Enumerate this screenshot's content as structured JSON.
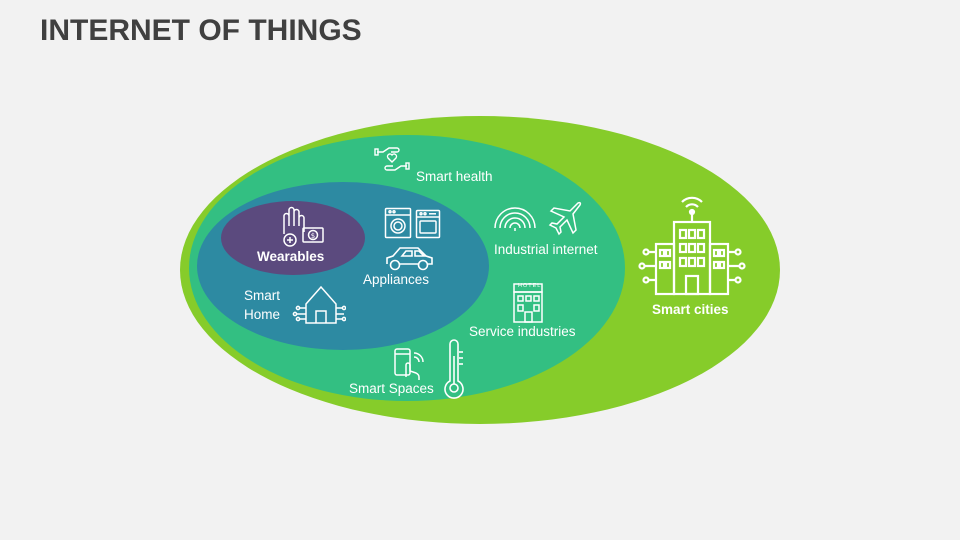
{
  "title": "INTERNET OF THINGS",
  "colors": {
    "background": "#f2f2f2",
    "outer": "#86cc2a",
    "middle": "#33bf82",
    "inner": "#2d8aa2",
    "core": "#5b4a7e"
  },
  "labels": {
    "wearables": "Wearables",
    "appliances": "Appliances",
    "smart_home": "Smart\nHome",
    "smart_health": "Smart health",
    "industrial_internet": "Industrial internet",
    "service_industries": "Service industries",
    "smart_spaces": "Smart Spaces",
    "smart_cities": "Smart cities"
  },
  "icons": {
    "hotel_sign": "HOTEL"
  }
}
